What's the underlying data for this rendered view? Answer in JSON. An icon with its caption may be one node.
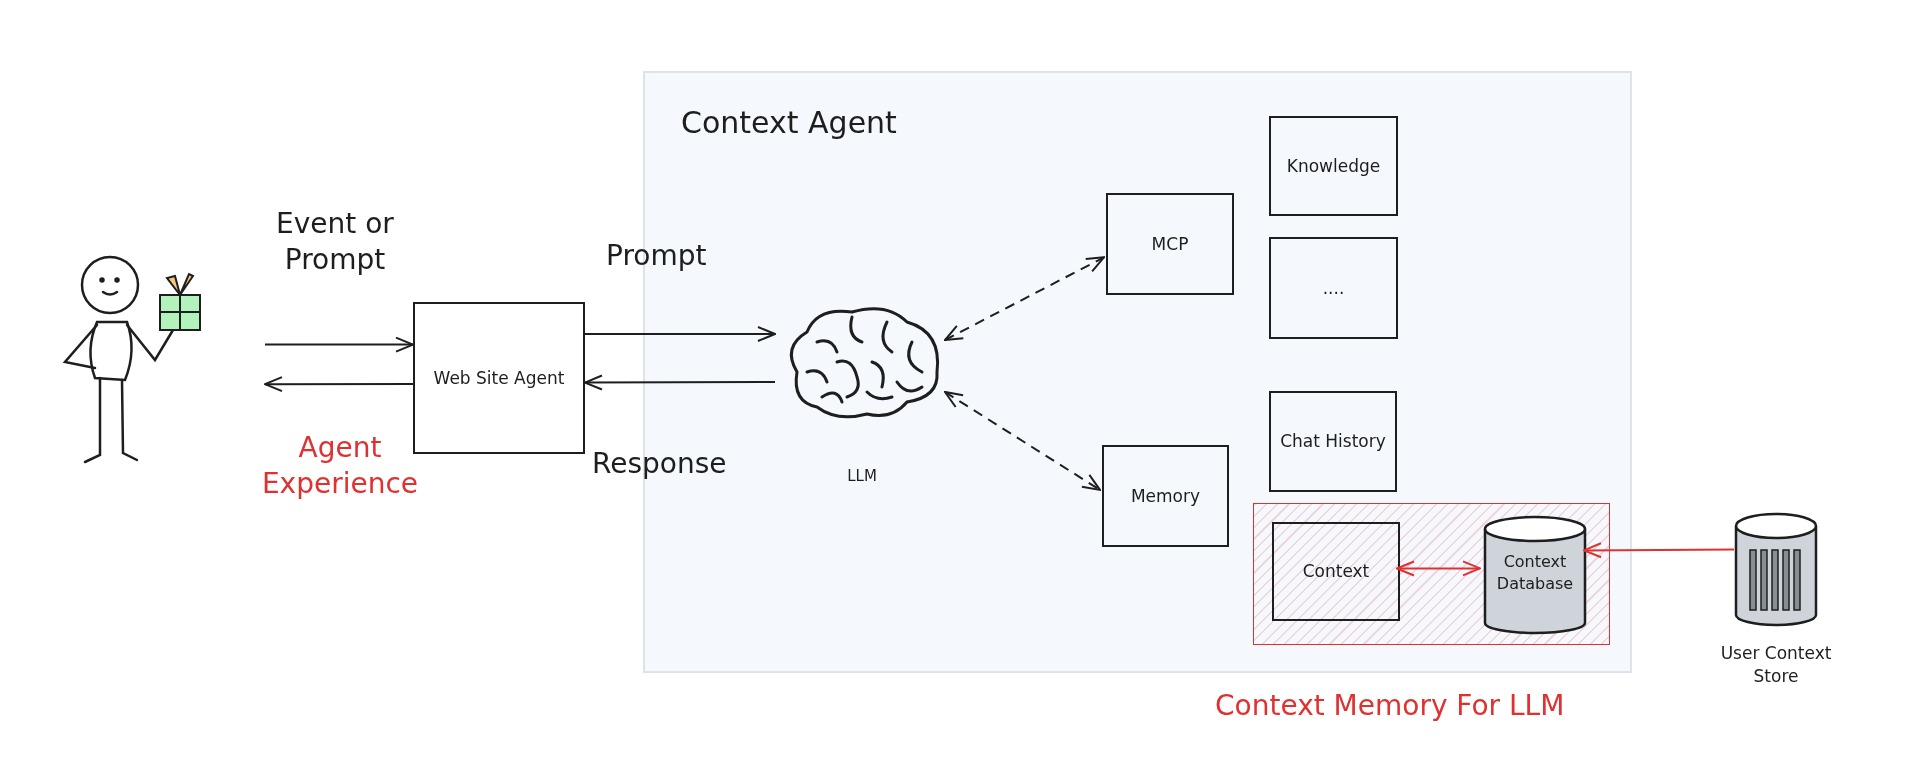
{
  "diagram": {
    "nodes": [
      {
        "text": [],
        "shape": "person"
      },
      {
        "text": [
          "Web Site Agent"
        ]
      },
      {
        "text": [
          "Context Agent"
        ]
      },
      {
        "text": [
          "LLM"
        ],
        "in": 2
      },
      {
        "text": [
          "MCP"
        ],
        "in": 2
      },
      {
        "text": [
          "Knowledge"
        ],
        "in": 2
      },
      {
        "text": [
          "...."
        ],
        "in": 2
      },
      {
        "text": [
          "Chat History"
        ],
        "in": 2
      },
      {
        "text": [
          "Memory"
        ],
        "in": 2
      },
      {
        "text": [],
        "shape": "box",
        "in": 2
      },
      {
        "text": [
          "Context"
        ],
        "in": 9
      },
      {
        "text": [
          "Context Database"
        ],
        "in": 9
      },
      {
        "text": [
          "User Context Store"
        ]
      }
    ],
    "edges": [
      {
        "from": 0,
        "to": 1,
        "arrow": "to",
        "label": "Event or Prompt"
      },
      {
        "from": 1,
        "to": 0,
        "arrow": "to"
      },
      {
        "from": 1,
        "to": 3,
        "arrow": "to",
        "label": "Prompt"
      },
      {
        "from": 3,
        "to": 1,
        "arrow": "to",
        "label": "Response"
      },
      {
        "from": 3,
        "to": 4,
        "arrow": "both",
        "style": "dashed"
      },
      {
        "from": 3,
        "to": 8,
        "arrow": "both",
        "style": "dashed"
      },
      {
        "from": 10,
        "to": 11,
        "arrow": "both",
        "color": "#e03131"
      },
      {
        "from": 12,
        "to": 11,
        "arrow": "to",
        "color": "#e03131"
      }
    ],
    "labels": [
      "Agent Experience",
      "Context Memory For LLM"
    ]
  }
}
